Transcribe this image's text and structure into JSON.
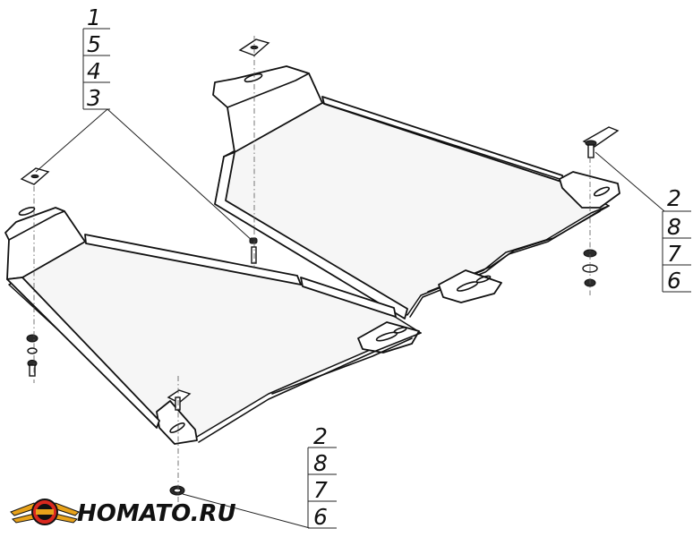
{
  "callouts": [
    {
      "id": "top-left",
      "numbers": [
        "1",
        "5",
        "4",
        "3"
      ]
    },
    {
      "id": "right",
      "numbers": [
        "2",
        "8",
        "7",
        "6"
      ]
    },
    {
      "id": "bottom",
      "numbers": [
        "2",
        "8",
        "7",
        "6"
      ]
    }
  ],
  "logo": {
    "text": "HOMATO.RU",
    "colors": {
      "ring": "#d9281e",
      "wing": "#e8a21a",
      "dark": "#111111"
    }
  }
}
